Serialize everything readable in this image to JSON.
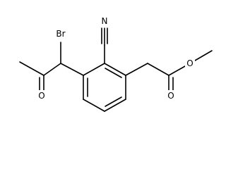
{
  "structure": {
    "atoms": {
      "bromine": "Br",
      "nitrile_nitrogen": "N",
      "ketone_oxygen": "O",
      "ester_carbonyl_oxygen": "O",
      "ester_ether_oxygen": "O"
    }
  },
  "colors": {
    "bond": "#000000",
    "label": "#000000",
    "background": "#ffffff"
  }
}
